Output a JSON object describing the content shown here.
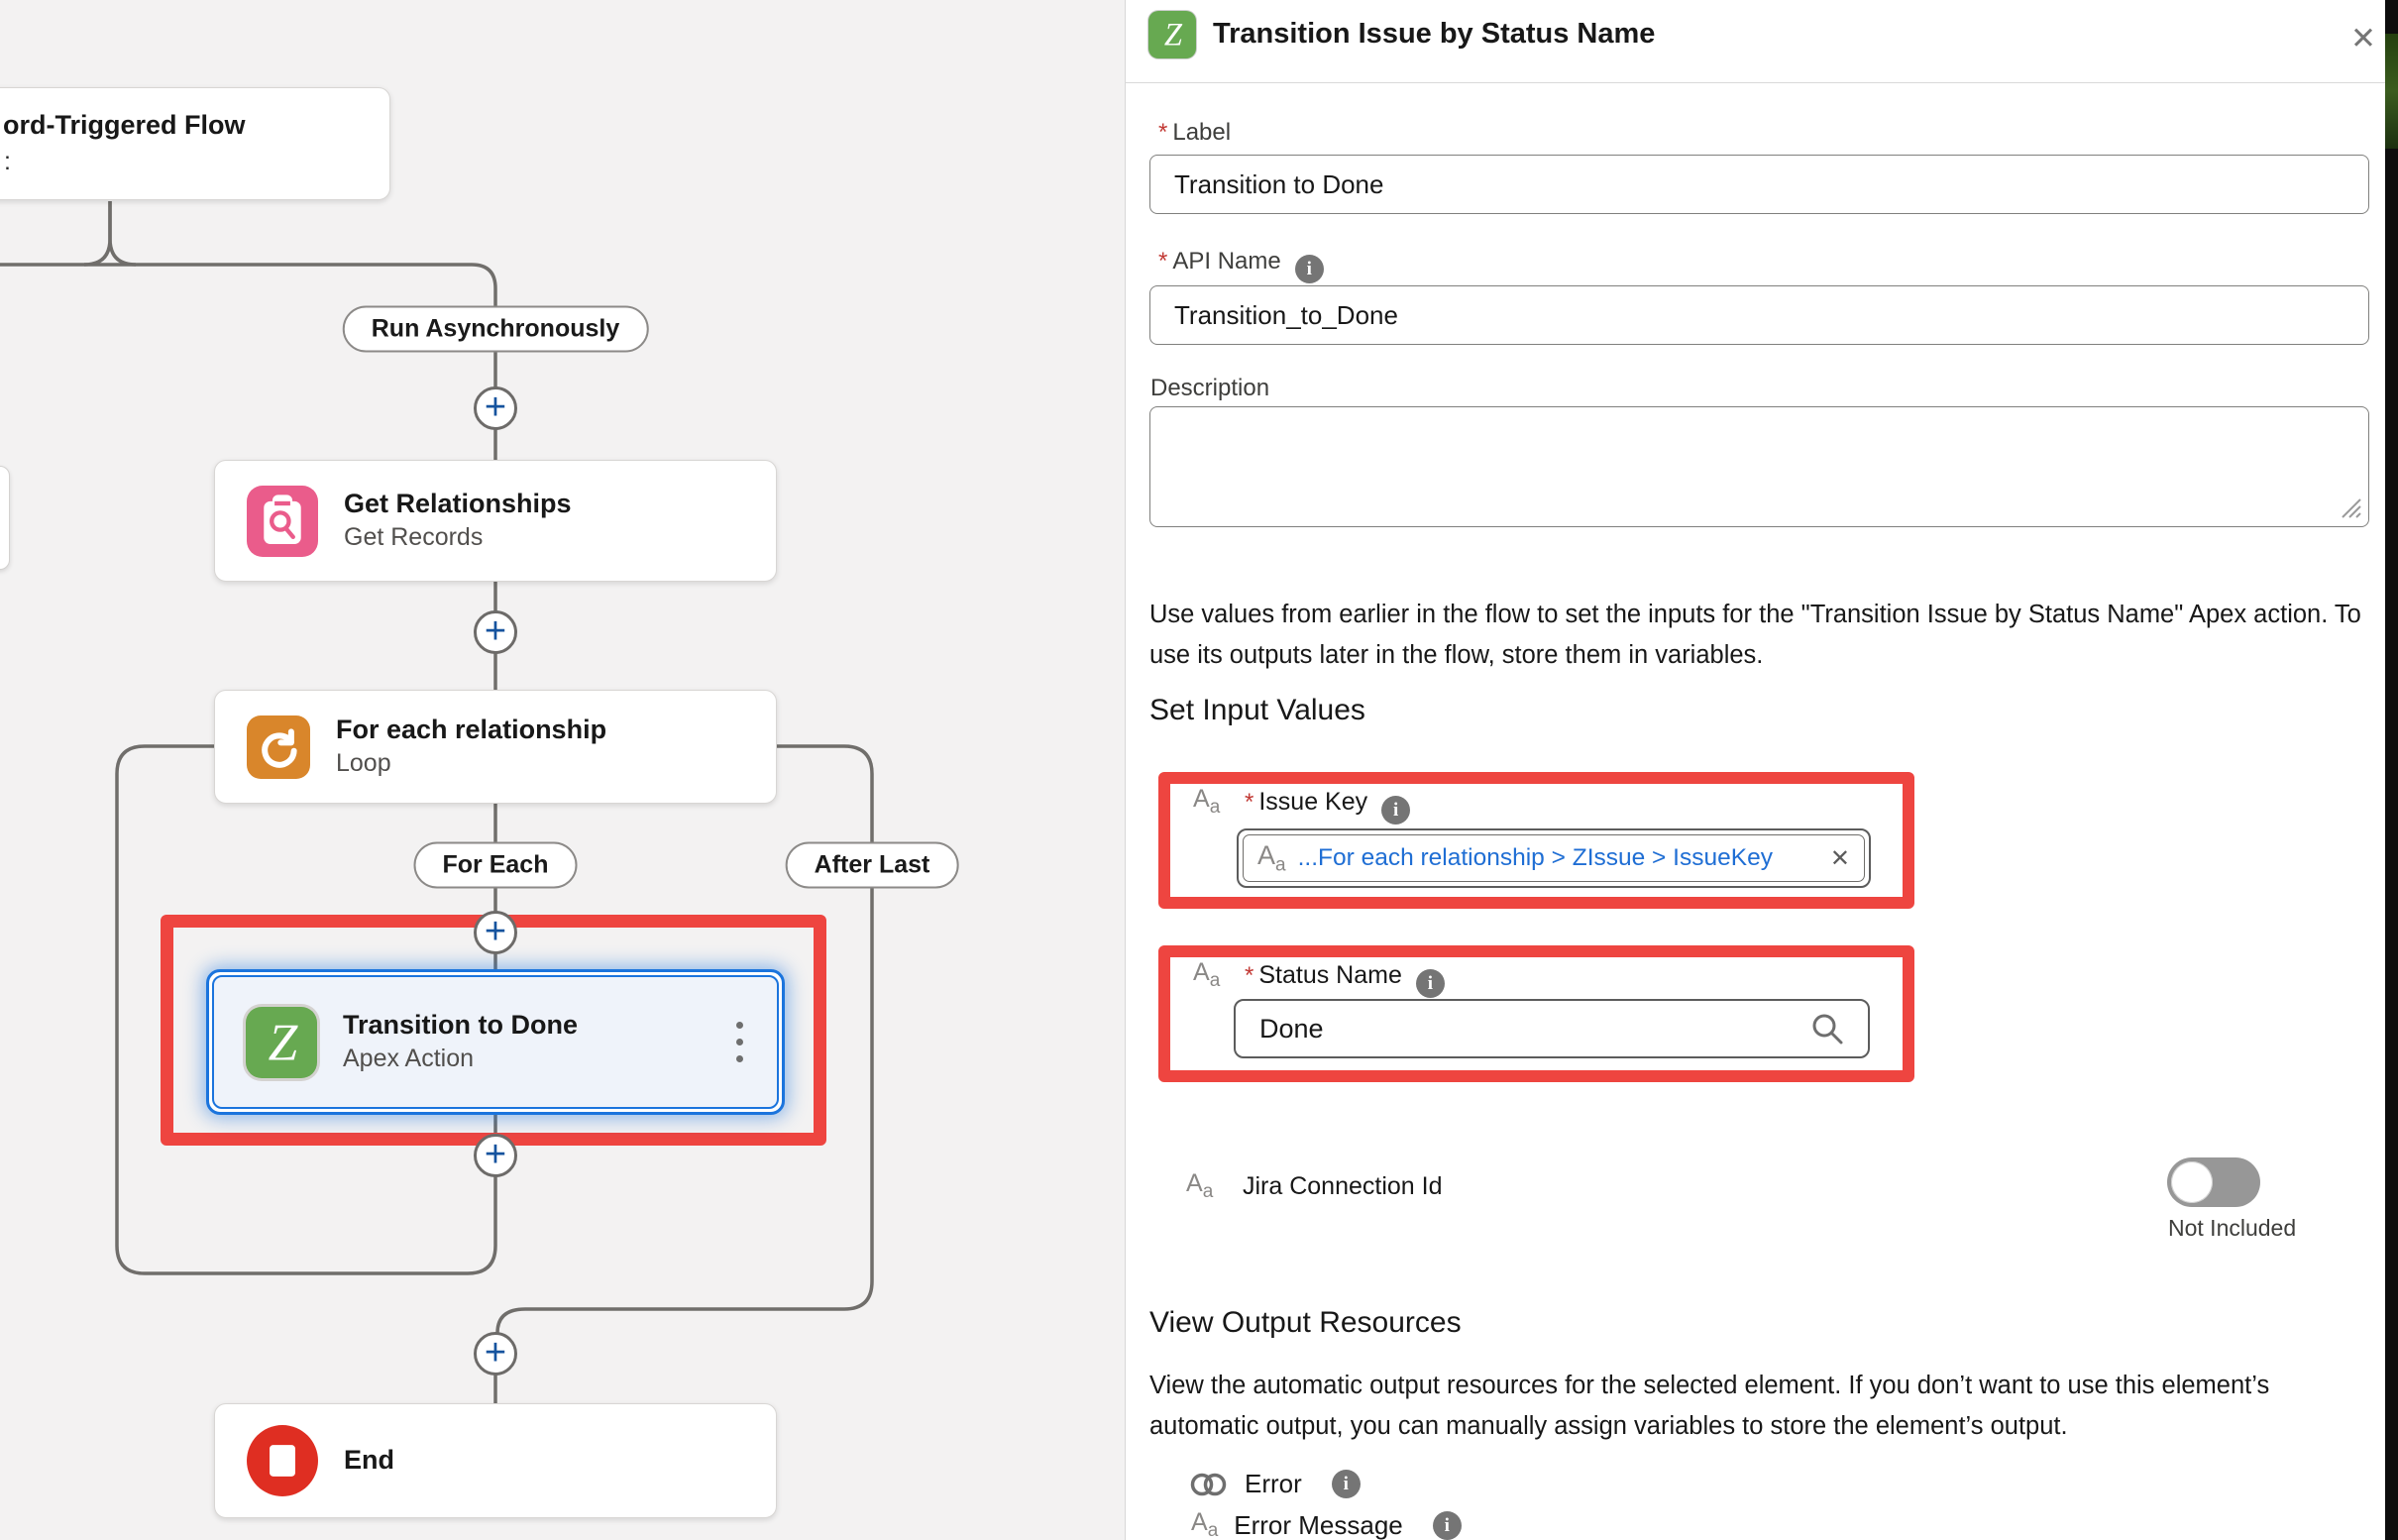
{
  "colors": {
    "canvas-bg": "#f3f2f2",
    "annotation-red": "#ee4540",
    "sel-blue": "#1b74dd",
    "plus-blue": "#15539e",
    "pill-blue": "#1f6ed4",
    "required-red": "#c23934",
    "apex-green": "#67a951",
    "get-records-pink": "#ea5c8b",
    "loop-orange": "#d9862b",
    "end-red": "#df2e22"
  },
  "canvas": {
    "plus_glyph": "+",
    "start_card": {
      "title_fragment": "ord-Triggered Flow",
      "second_line_fragment": ":"
    },
    "run_async_label": "Run Asynchronously",
    "get_relationships": {
      "title": "Get Relationships",
      "subtitle": "Get Records"
    },
    "loop": {
      "title": "For each relationship",
      "subtitle": "Loop"
    },
    "for_each_label": "For Each",
    "after_last_label": "After Last",
    "apex_node": {
      "title": "Transition to Done",
      "subtitle": "Apex Action"
    },
    "end_node": {
      "title": "End"
    }
  },
  "panel": {
    "title": "Transition Issue by Status Name",
    "close_glyph": "✕",
    "required_marker": "*",
    "fields": {
      "label": {
        "label": "Label",
        "value": "Transition to Done"
      },
      "api_name": {
        "label": "API Name",
        "value": "Transition_to_Done"
      },
      "description": {
        "label": "Description",
        "value": ""
      }
    },
    "intro": "Use values from earlier in the flow to set the inputs for the \"Transition Issue by Status Name\" Apex action. To use its outputs later in the flow, store them in variables.",
    "set_input_values_heading": "Set Input Values",
    "inputs": {
      "issue_key": {
        "type_glyph": "Aa",
        "label": "Issue Key",
        "value": "...For each relationship > ZIssue > IssueKey",
        "remove_glyph": "✕"
      },
      "status_name": {
        "type_glyph": "Aa",
        "label": "Status Name",
        "value": "Done"
      },
      "jira_connection": {
        "type_glyph": "Aa",
        "label": "Jira Connection Id",
        "toggle_state_label": "Not Included"
      }
    },
    "view_output_heading": "View Output Resources",
    "output_desc": "View the automatic output resources for the selected element. If you don’t want to use this element’s automatic output, you can manually assign variables to store the element’s output.",
    "outputs": {
      "error": {
        "label": "Error"
      },
      "error_message": {
        "type_glyph": "Aa",
        "label": "Error Message"
      }
    }
  }
}
